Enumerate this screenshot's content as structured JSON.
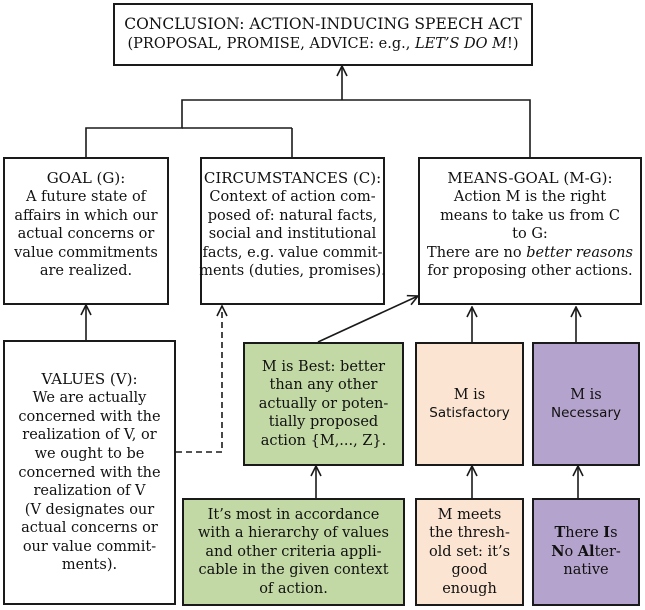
{
  "conclusion": {
    "title": "CONCLUSION: ACTION-INDUCING SPEECH ACT",
    "subtitle_start": "(PROPOSAL, PROMISE, ADVICE: e.g., ",
    "subtitle_emph": "LET’S DO M",
    "subtitle_end": "!)"
  },
  "goal": {
    "title": "GOAL (G):",
    "lines": [
      "A future state of",
      "affairs in which our",
      "actual concerns or",
      "value commitments",
      "are realized."
    ]
  },
  "circumstances": {
    "title": "CIRCUMSTANCES (C):",
    "lines": [
      "Context of action com-",
      "posed of: natural facts,",
      "social and institutional",
      "facts, e.g. value commit-",
      "ments (duties, promises)."
    ]
  },
  "means_goal": {
    "title": "MEANS-GOAL (M-G):",
    "lines": [
      "Action M is the right",
      "means to take us from C",
      "to G:"
    ],
    "reason_start": "There are no ",
    "reason_emph": "better reasons",
    "reason_end": "for proposing other actions."
  },
  "values": {
    "title": "VALUES (V):",
    "lines": [
      "We are actually",
      "concerned with the",
      "realization of V, or",
      "we ought to be",
      "concerned with the",
      "realization of V",
      "(V designates our",
      "actual concerns or",
      "our value commit-",
      "ments)."
    ]
  },
  "best": {
    "lines": [
      "M is Best: better",
      "than any other",
      "actually or poten-",
      "tially proposed",
      "action {M,..., Z}."
    ]
  },
  "satisfactory": {
    "line1": "M is",
    "line2": "Satisfactory"
  },
  "necessary": {
    "line1": "M is",
    "line2": "Necessary"
  },
  "hierarchy": {
    "lines": [
      "It’s most in accordance",
      "with a hierarchy of values",
      "and other criteria appli-",
      "cable in the given context",
      "of action."
    ]
  },
  "threshold": {
    "lines": [
      "M meets",
      "the thresh-",
      "old set: it’s",
      "good",
      "enough"
    ]
  },
  "tina": {
    "w1_cap": "T",
    "w1_rest": "here",
    "w2_cap": "I",
    "w2_rest": "s",
    "w3_cap": "N",
    "w3_rest": "o",
    "w4_cap": "Al",
    "w4_rest": "ter-",
    "line3": "native"
  },
  "colors": {
    "green": "#c2d9a5",
    "peach": "#fbe4d2",
    "purple": "#b4a3cc",
    "border": "#1a1a1a"
  }
}
